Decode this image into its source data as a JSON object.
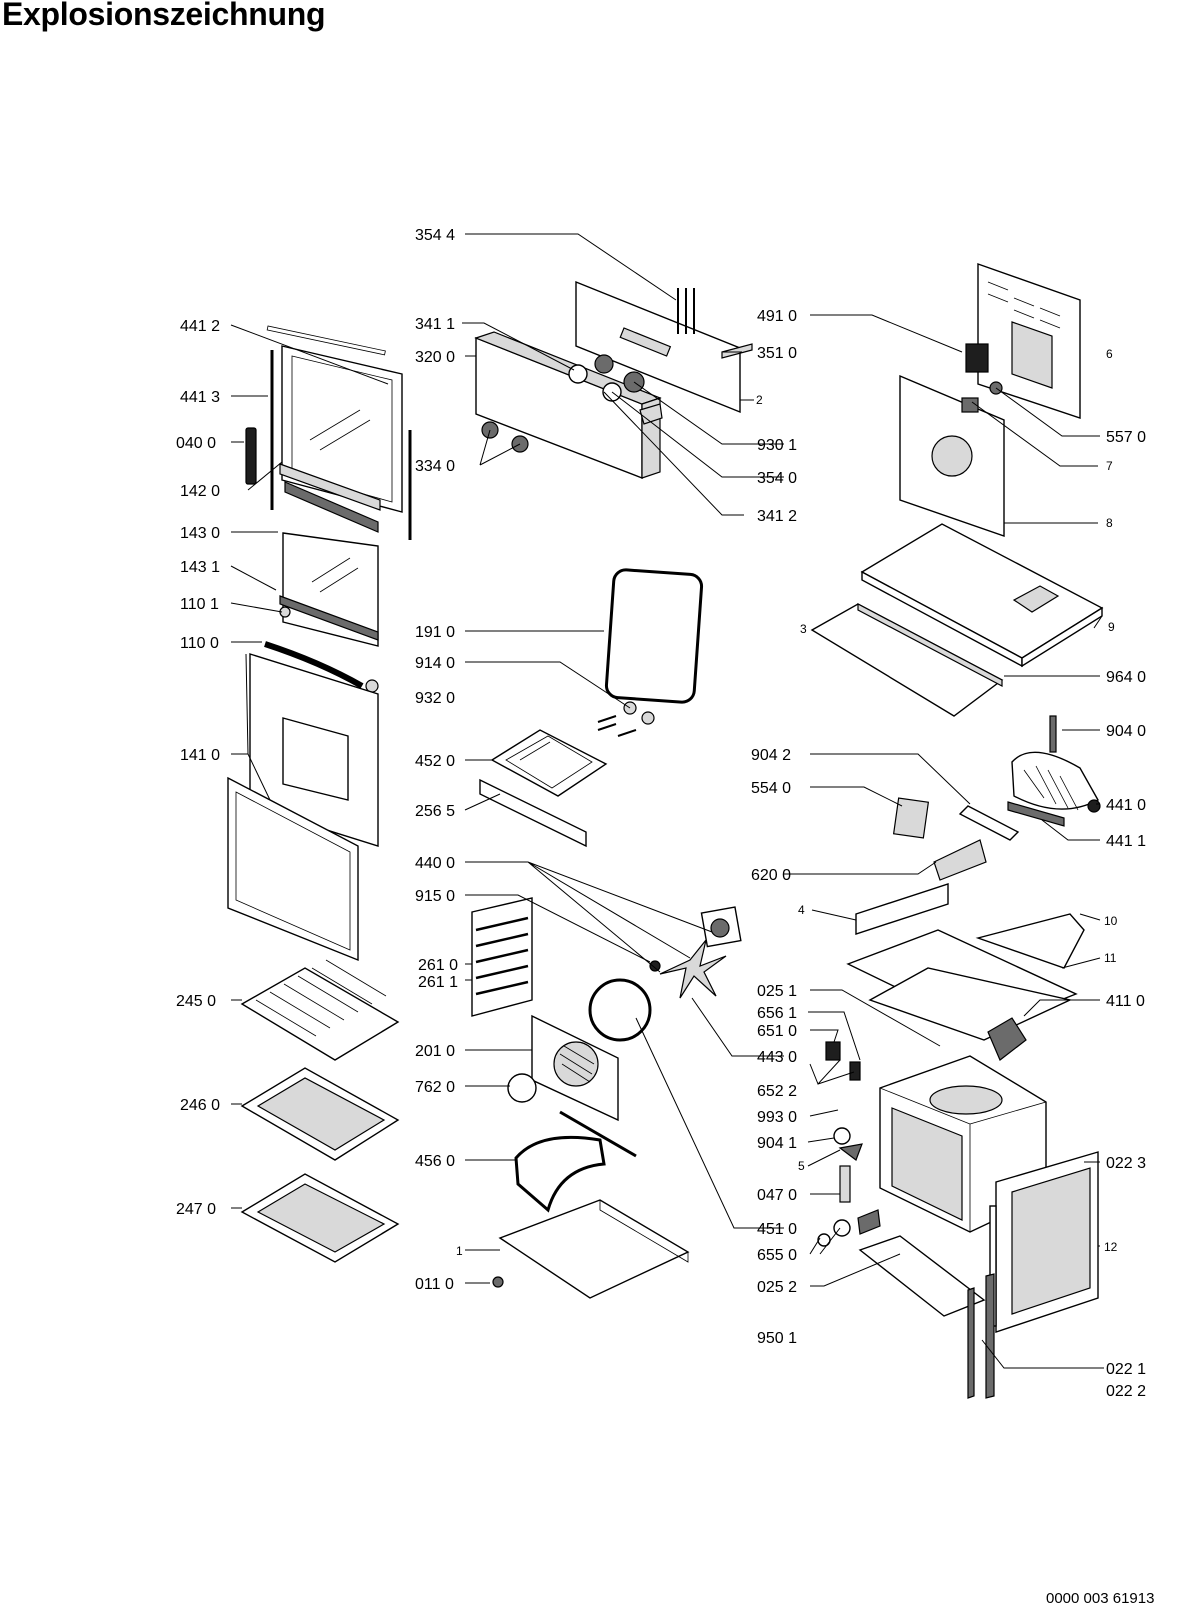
{
  "title": "Explosionszeichnung",
  "doc_number": "0000 003 61913",
  "parts": {
    "p354_4": "354 4",
    "p441_2": "441 2",
    "p341_1": "341 1",
    "p491_0": "491 0",
    "p320_0": "320 0",
    "p351_0": "351 0",
    "p6": "6",
    "p441_3": "441 3",
    "p2": "2",
    "p557_0": "557 0",
    "p040_0": "040 0",
    "p930_1": "930 1",
    "p334_0": "334 0",
    "p7": "7",
    "p354_0": "354 0",
    "p142_0": "142 0",
    "p341_2": "341 2",
    "p8": "8",
    "p143_0": "143 0",
    "p143_1": "143 1",
    "p110_1": "110 1",
    "p3": "3",
    "p9": "9",
    "p191_0": "191 0",
    "p110_0": "110 0",
    "p914_0": "914 0",
    "p964_0": "964 0",
    "p932_0": "932 0",
    "p904_0": "904 0",
    "p141_0": "141 0",
    "p904_2": "904 2",
    "p452_0": "452 0",
    "p554_0": "554 0",
    "p441_0": "441 0",
    "p256_5": "256 5",
    "p441_1": "441 1",
    "p440_0": "440 0",
    "p620_0": "620 0",
    "p915_0": "915 0",
    "p4": "4",
    "p10": "10",
    "p261_0": "261 0",
    "p261_1": "261 1",
    "p11": "11",
    "p025_1": "025 1",
    "p245_0": "245 0",
    "p411_0": "411 0",
    "p656_1": "656 1",
    "p201_0": "201 0",
    "p651_0": "651 0",
    "p443_0": "443 0",
    "p652_2": "652 2",
    "p762_0": "762 0",
    "p246_0": "246 0",
    "p993_0": "993 0",
    "p904_1": "904 1",
    "p456_0": "456 0",
    "p5": "5",
    "p022_3": "022 3",
    "p047_0": "047 0",
    "p247_0": "247 0",
    "p451_0": "451 0",
    "p1": "1",
    "p12": "12",
    "p655_0": "655 0",
    "p011_0": "011 0",
    "p025_2": "025 2",
    "p950_1": "950 1",
    "p022_1": "022 1",
    "p022_2": "022 2"
  }
}
